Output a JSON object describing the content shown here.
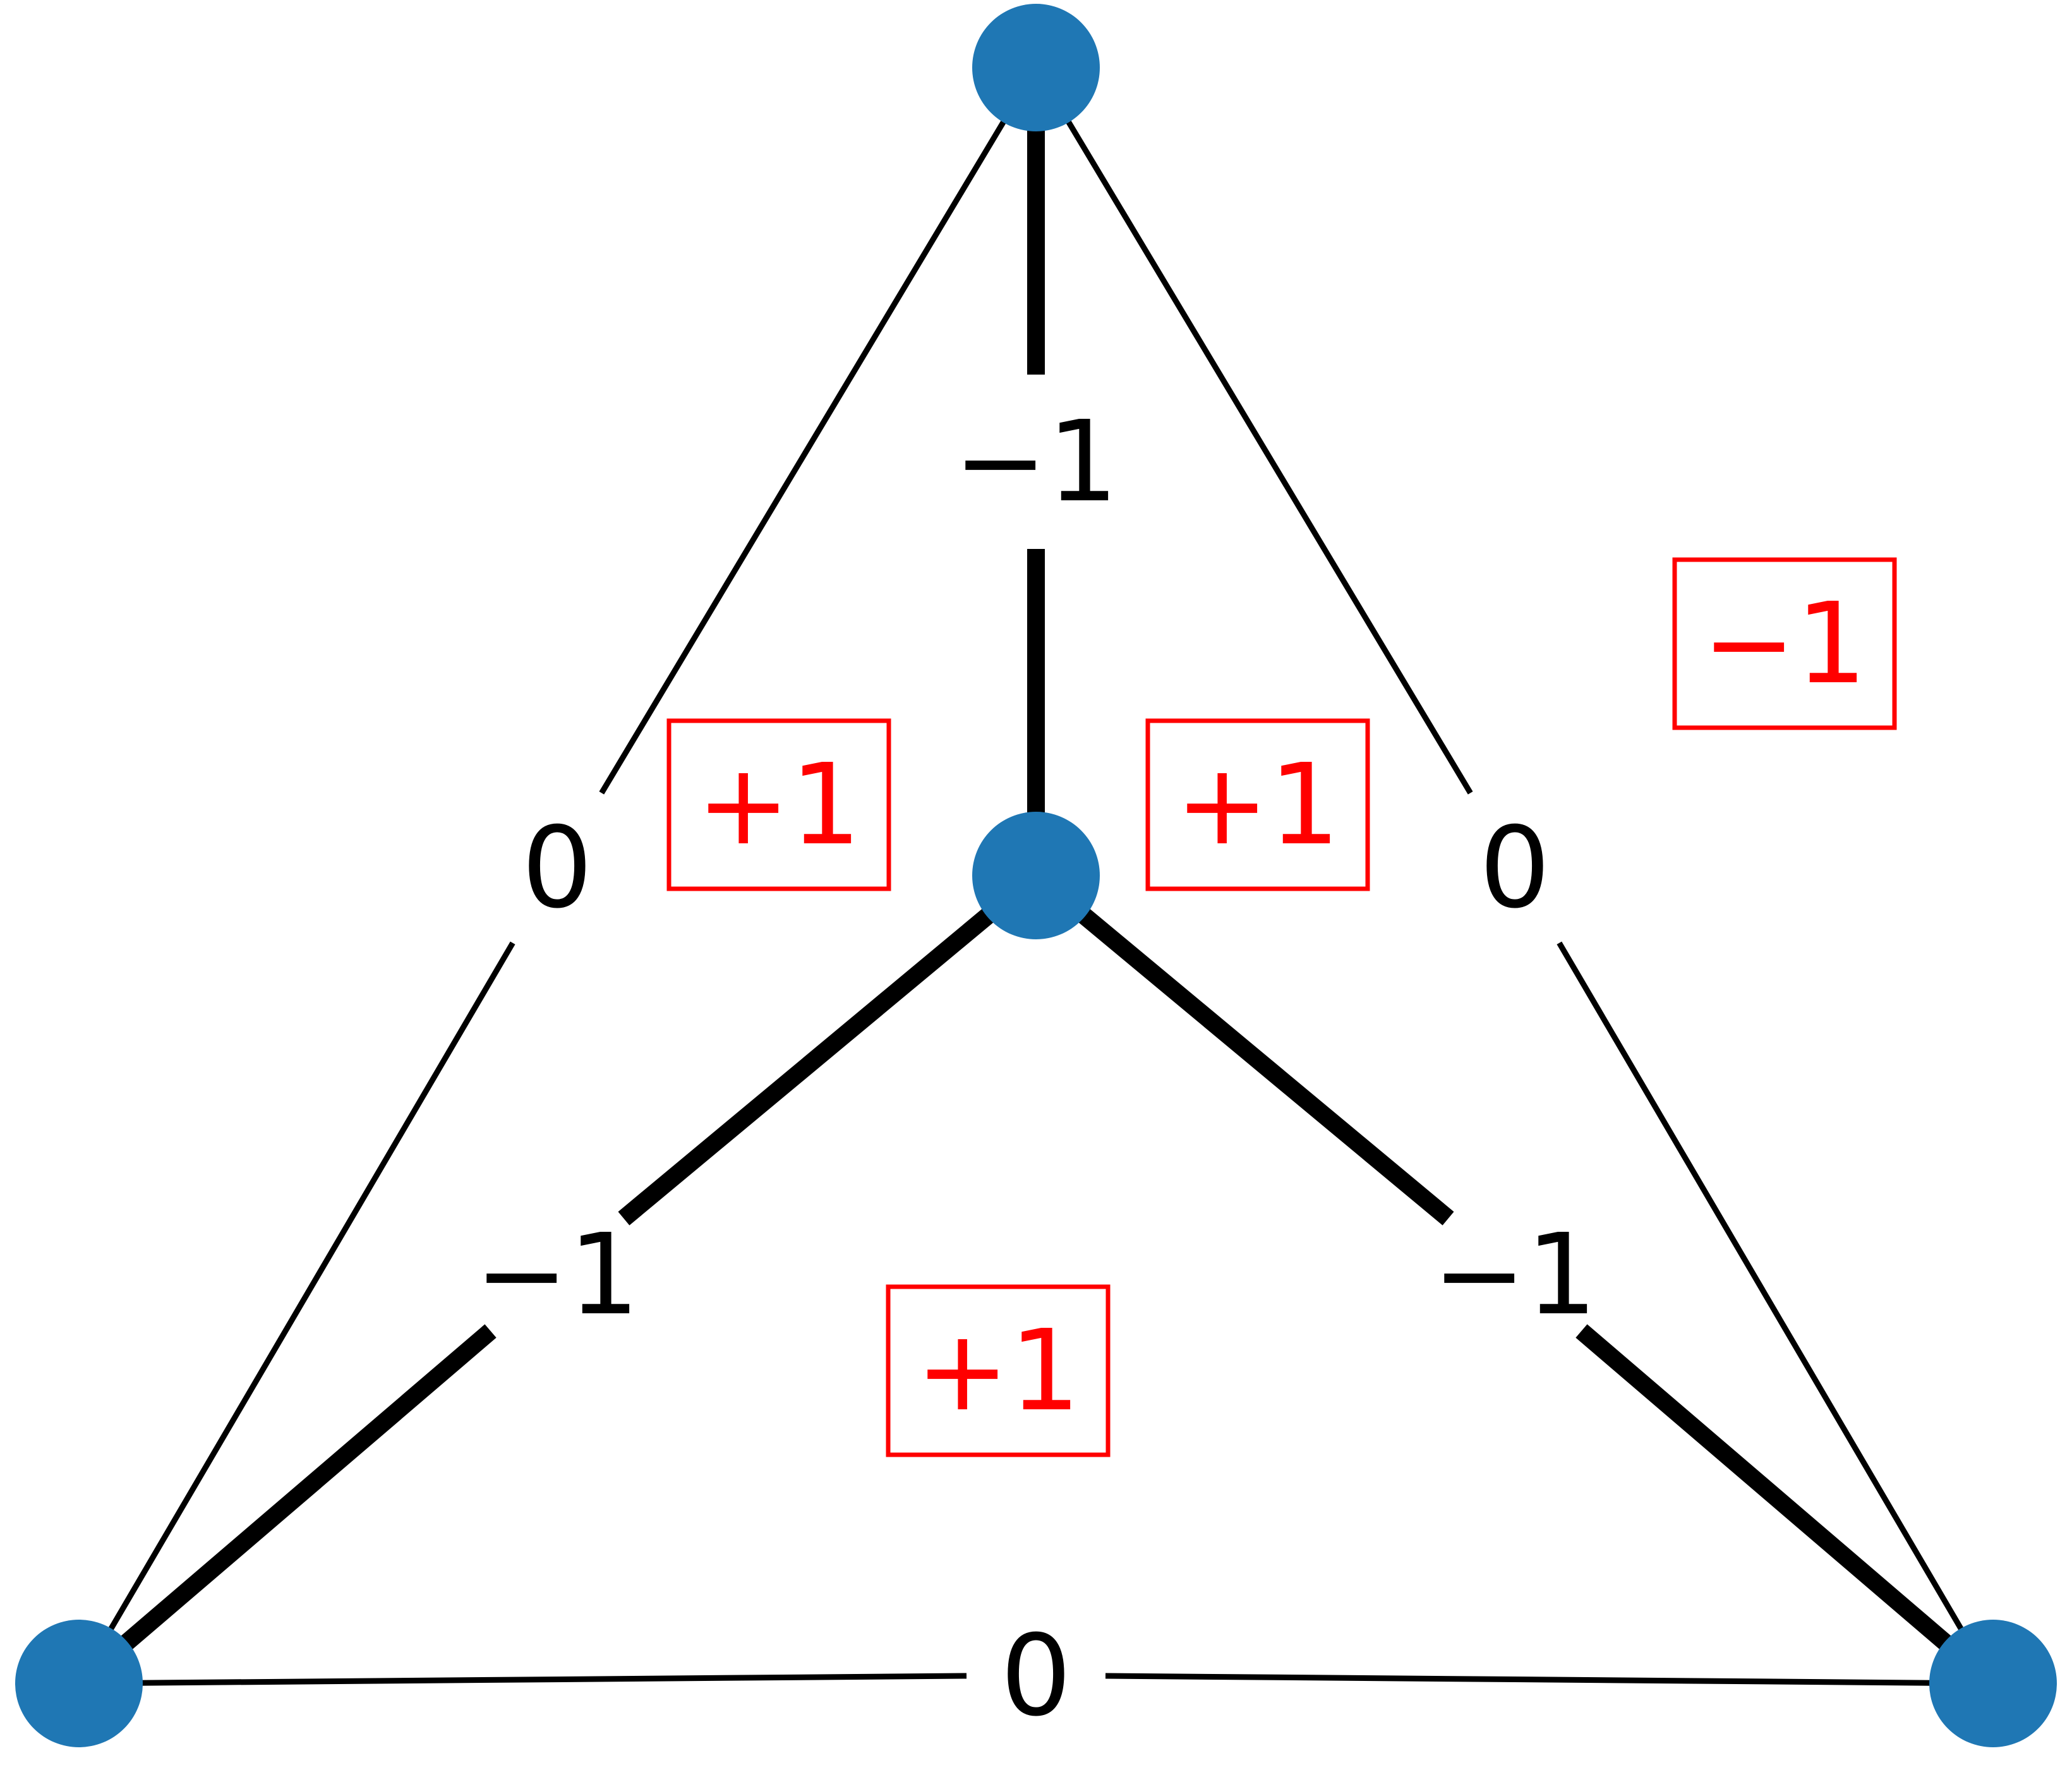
{
  "colors": {
    "node": "#1f77b4",
    "edge": "#000000",
    "face_label": "#ff0000",
    "background": "#ffffff"
  },
  "diagram": {
    "nodes": [
      {
        "id": "top"
      },
      {
        "id": "center"
      },
      {
        "id": "bottom-left"
      },
      {
        "id": "bottom-right"
      }
    ],
    "edges": [
      {
        "id": "top-center",
        "from": "top",
        "to": "center",
        "label": "−1",
        "weight": "thick"
      },
      {
        "id": "center-bottom-left",
        "from": "center",
        "to": "bottom-left",
        "label": "−1",
        "weight": "thick"
      },
      {
        "id": "center-bottom-right",
        "from": "center",
        "to": "bottom-right",
        "label": "−1",
        "weight": "thick"
      },
      {
        "id": "top-bottom-left",
        "from": "top",
        "to": "bottom-left",
        "label": "0",
        "weight": "thin"
      },
      {
        "id": "top-bottom-right",
        "from": "top",
        "to": "bottom-right",
        "label": "0",
        "weight": "thin"
      },
      {
        "id": "bottom-left-bottom-right",
        "from": "bottom-left",
        "to": "bottom-right",
        "label": "0",
        "weight": "thin"
      }
    ],
    "faces": [
      {
        "id": "face-left",
        "label": "+1"
      },
      {
        "id": "face-right",
        "label": "+1"
      },
      {
        "id": "face-bottom",
        "label": "+1"
      },
      {
        "id": "face-outer",
        "label": "−1"
      }
    ]
  }
}
